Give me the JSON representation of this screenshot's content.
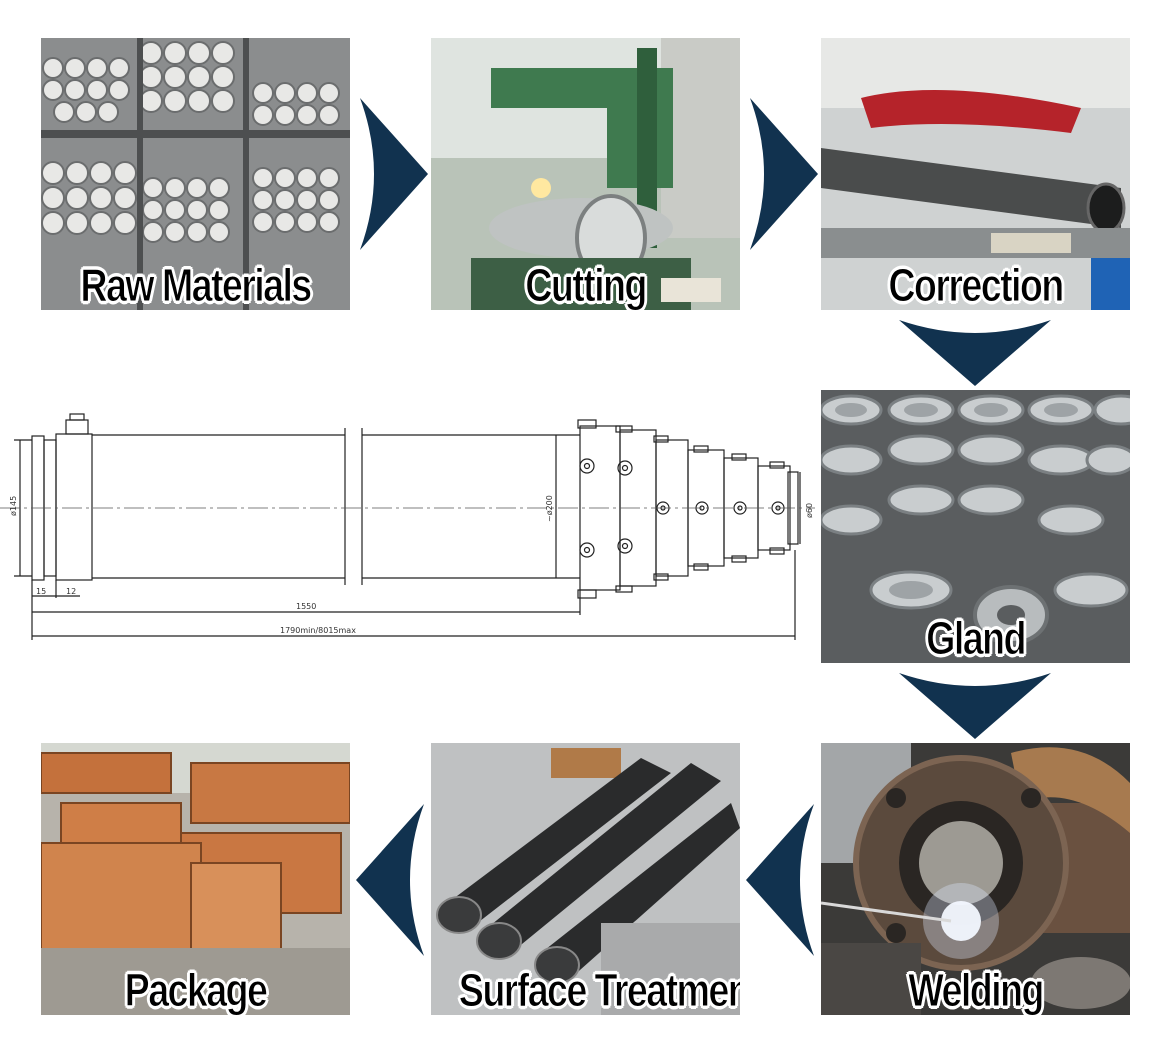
{
  "steps": {
    "raw_materials": "Raw Materials",
    "cutting": "Cutting",
    "correction": "Correction",
    "gland": "Gland",
    "welding": "Welding",
    "surface_treatment": "Surface Treatment",
    "package": "Package"
  },
  "drawing": {
    "dim_d145": "ø145",
    "dim_d200": "~ø200",
    "dim_d60": "ø60",
    "dim_15": "15",
    "dim_12": "12",
    "dim_1550": "1550",
    "dim_total": "1790min/8015max"
  },
  "colors": {
    "arrow": "#11324f"
  }
}
